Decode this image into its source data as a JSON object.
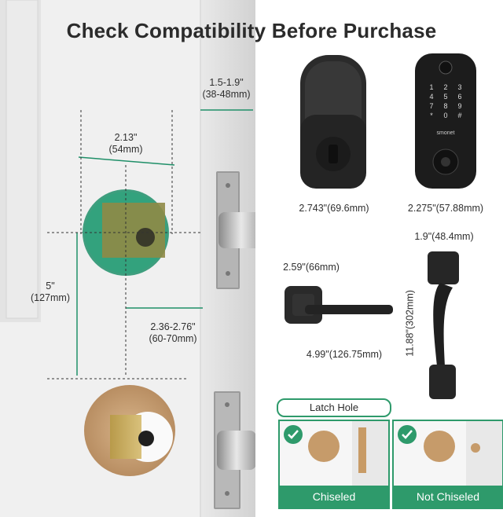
{
  "title": "Check Compatibility Before Purchase",
  "door_dims": {
    "thickness": {
      "line1": "1.5-1.9\"",
      "line2": "(38-48mm)"
    },
    "bore_hole": {
      "line1": "2.13\"",
      "line2": "(54mm)"
    },
    "center": {
      "line1": "5\"",
      "line2": "(127mm)"
    },
    "backset": {
      "line1": "2.36-2.76\"",
      "line2": "(60-70mm)"
    }
  },
  "product_dims": {
    "exterior_a_width": "2.743\"(69.6mm)",
    "exterior_b_width": "2.275\"(57.88mm)",
    "rose_width": "2.59\"(66mm)",
    "lever_length": "4.99\"(126.75mm)",
    "handleset_width": "1.9\"(48.4mm)",
    "handleset_height": "11.88\"(302mm)"
  },
  "keypad_brand": "smonet",
  "keypad_keys": [
    "1",
    "2",
    "3",
    "4",
    "5",
    "6",
    "7",
    "8",
    "9",
    "*",
    "0",
    "#"
  ],
  "latch": {
    "heading": "Latch Hole",
    "options": [
      {
        "label": "Chiseled"
      },
      {
        "label": "Not Chiseled"
      }
    ]
  },
  "colors": {
    "accent": "#2e9a6b",
    "ink": "#2b2b2b"
  }
}
